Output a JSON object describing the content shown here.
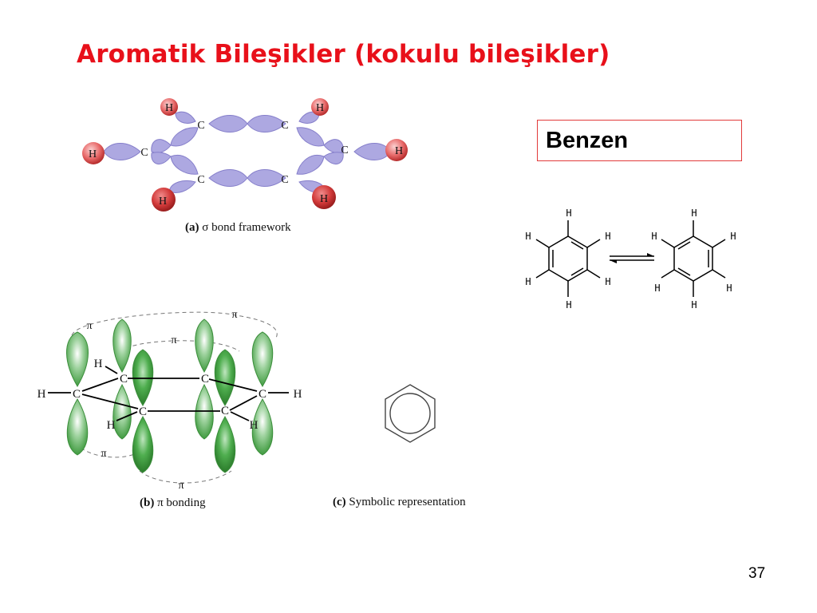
{
  "slide": {
    "title": "Aromatik Bileşikler (kokulu bileşikler)",
    "name_box": "Benzen",
    "page_number": "37"
  },
  "colors": {
    "title": "#e8101a",
    "box_border": "#e23b3b",
    "sigma_lobe": "#a9a4e0",
    "pi_lobe": "#4aa24a",
    "hydrogen": "#e05a5a"
  },
  "panel_a": {
    "label": "(a)",
    "caption_symbol": "σ",
    "caption": "bond framework",
    "carbon_label": "C",
    "hydrogen_label": "H"
  },
  "panel_b": {
    "label": "(b)",
    "caption_symbol": "π",
    "caption": "bonding",
    "pi_label": "π",
    "carbon_label": "C",
    "hydrogen_label": "H"
  },
  "panel_c": {
    "label": "(c)",
    "caption": "Symbolic representation"
  },
  "kekule": {
    "atom_label": "H"
  }
}
